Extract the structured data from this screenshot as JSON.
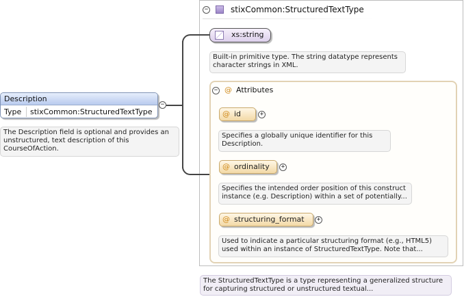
{
  "element": {
    "name": "Description",
    "type_label": "Type",
    "type_value": "stixCommon:StructuredTextType",
    "annotation": "The Description field is optional and provides an unstructured, text description of this CourseOfAction."
  },
  "complex_type": {
    "name": "stixCommon:StructuredTextType",
    "annotation": "The StructuredTextType is a type representing a generalized structure for capturing structured or unstructured textual..."
  },
  "base_type": {
    "name": "xs:string",
    "annotation": "Built-in primitive type. The string datatype represents character strings in XML."
  },
  "attributes": {
    "title": "Attributes",
    "symbol": "@",
    "items": [
      {
        "name": "id",
        "annotation": "Specifies a globally unique identifier for this Description."
      },
      {
        "name": "ordinality",
        "annotation": "Specifies the intended order position of this construct instance (e.g. Description) within a set of potentially..."
      },
      {
        "name": "structuring_format",
        "annotation": "Used to indicate a particular structuring format (e.g., HTML5) used within an instance of StructuredTextType. Note that..."
      }
    ]
  },
  "symbols": {
    "collapse": "−",
    "expand": "+"
  },
  "icons": {
    "type": "complex-type-icon",
    "simple": "simple-type-icon"
  }
}
